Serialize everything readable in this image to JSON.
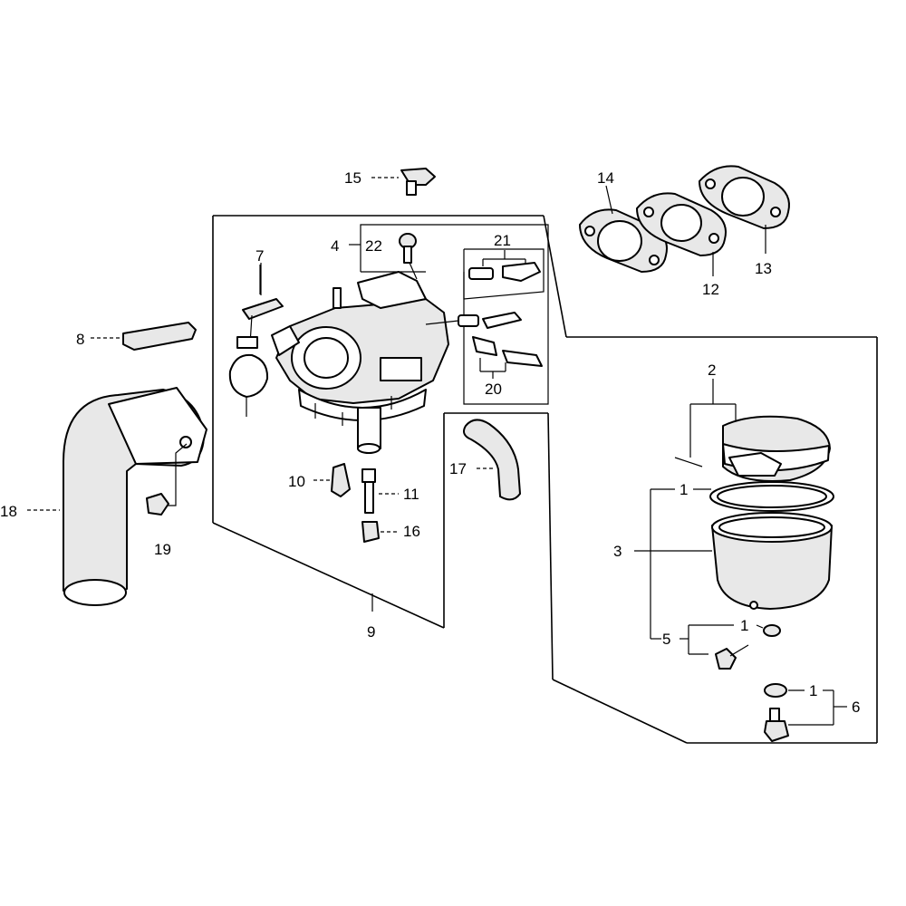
{
  "callouts": {
    "c1a": "1",
    "c1b": "1",
    "c1c": "1",
    "c2": "2",
    "c3": "3",
    "c4": "4",
    "c5": "5",
    "c6": "6",
    "c7": "7",
    "c8": "8",
    "c9": "9",
    "c10": "10",
    "c11": "11",
    "c12": "12",
    "c13": "13",
    "c14": "14",
    "c15": "15",
    "c16": "16",
    "c17": "17",
    "c18": "18",
    "c19": "19",
    "c20": "20",
    "c21": "21",
    "c22": "22"
  }
}
